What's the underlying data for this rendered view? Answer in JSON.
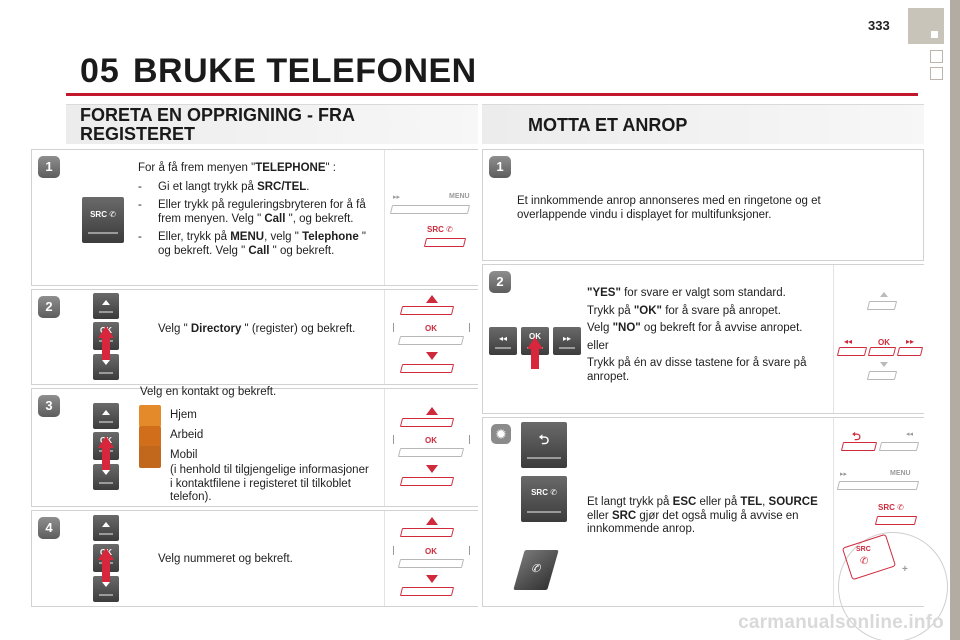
{
  "header": {
    "page_number": "333",
    "chapter_number": "05",
    "chapter_title": "BRUKE TELEFONEN"
  },
  "left_section": {
    "title_line1": "FORETA EN OPPRIGNING - FRA",
    "title_line2": "REGISTERET",
    "steps": [
      {
        "number": "1",
        "intro_a": "For å få frem menyen \"",
        "intro_b": "TELEPHONE",
        "intro_c": "\" :",
        "items": [
          {
            "dash": "-",
            "a": "Gi et langt trykk på ",
            "b": "SRC/TEL",
            "c": "."
          },
          {
            "dash": "-",
            "a": "Eller trykk på reguleringsbryteren for å få frem menyen. Velg \" ",
            "b": "Call",
            "c": " \", og bekreft."
          },
          {
            "dash": "-",
            "a": "Eller, trykk på ",
            "b": "MENU",
            "c": ", velg \" ",
            "d": "Telephone",
            "e": " \" og bekreft. Velg \" ",
            "f": "Call",
            "g": " \" og bekreft."
          }
        ],
        "key_label": "SRC",
        "diagram": {
          "menu": "MENU",
          "src": "SRC"
        }
      },
      {
        "number": "2",
        "text_a": "Velg \" ",
        "text_b": "Directory",
        "text_c": " \" (register) og bekreft.",
        "key_ok": "OK",
        "diagram_ok": "OK"
      },
      {
        "number": "3",
        "text": "Velg en kontakt og bekreft.",
        "options": [
          "Hjem",
          "Arbeid",
          "Mobil"
        ],
        "note": "(i henhold til tilgjengelige informasjoner i kontaktfilene i registeret til tilkoblet telefon).",
        "key_ok": "OK",
        "diagram_ok": "OK"
      },
      {
        "number": "4",
        "text": "Velg nummeret og bekreft.",
        "key_ok": "OK",
        "diagram_ok": "OK"
      }
    ]
  },
  "right_section": {
    "title": "MOTTA ET ANROP",
    "steps": [
      {
        "number": "1",
        "text": "Et innkommende anrop annonseres med en ringetone og et overlappende vindu i displayet for multifunksjoner."
      },
      {
        "number": "2",
        "p1_a": "\"YES\"",
        "p1_b": " for svare er valgt som standard.",
        "p2_a": "Trykk på ",
        "p2_b": "\"OK\"",
        "p2_c": " for å svare på anropet.",
        "p3_a": "Velg ",
        "p3_b": "\"NO\"",
        "p3_c": " og bekreft for å avvise anropet.",
        "p4": "eller",
        "p5": "Trykk på én av disse tastene for å svare på anropet.",
        "key_ok": "OK",
        "diagram_ok": "OK"
      },
      {
        "a": "Et langt trykk på ",
        "b": "ESC",
        "c": " eller på ",
        "d": "TEL",
        "e": ", ",
        "f": "SOURCE",
        "g": " eller ",
        "h": "SRC",
        "i": " gjør det også mulig å avvise en innkommende anrop.",
        "key_src": "SRC",
        "diagram": {
          "menu": "MENU",
          "src": "SRC",
          "wheel_src": "SRC"
        }
      }
    ]
  },
  "footer": {
    "watermark": "carmanualsonline.info"
  },
  "colors": {
    "accent": "#c2182e",
    "panel_border": "#d2d2d2"
  }
}
